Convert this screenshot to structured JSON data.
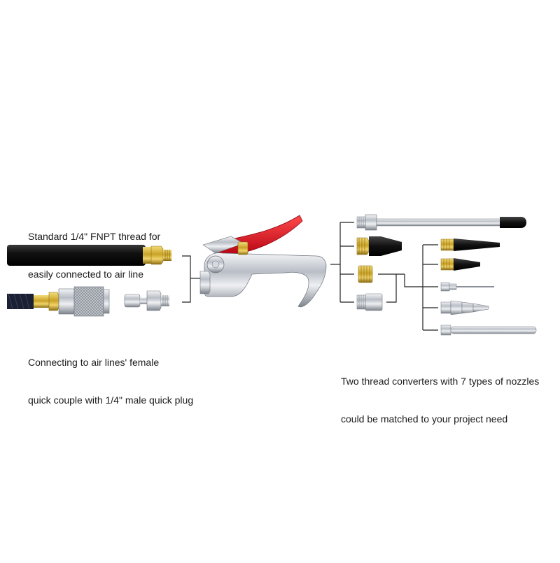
{
  "captions": {
    "thread": [
      "Standard 1/4\" FNPT thread for",
      "easily connected to air line"
    ],
    "quick_couple": [
      "Connecting to air lines' female",
      "quick couple with 1/4\" male quick plug"
    ],
    "nozzles": [
      "Two thread converters with 7 types of nozzles",
      "could be matched to your project need"
    ]
  },
  "colors": {
    "background": "#ffffff",
    "hose": "#111111",
    "brass": "#c9a227",
    "chrome": "#c8ccd2",
    "trigger_red": "#e0141e",
    "line": "#222222"
  }
}
